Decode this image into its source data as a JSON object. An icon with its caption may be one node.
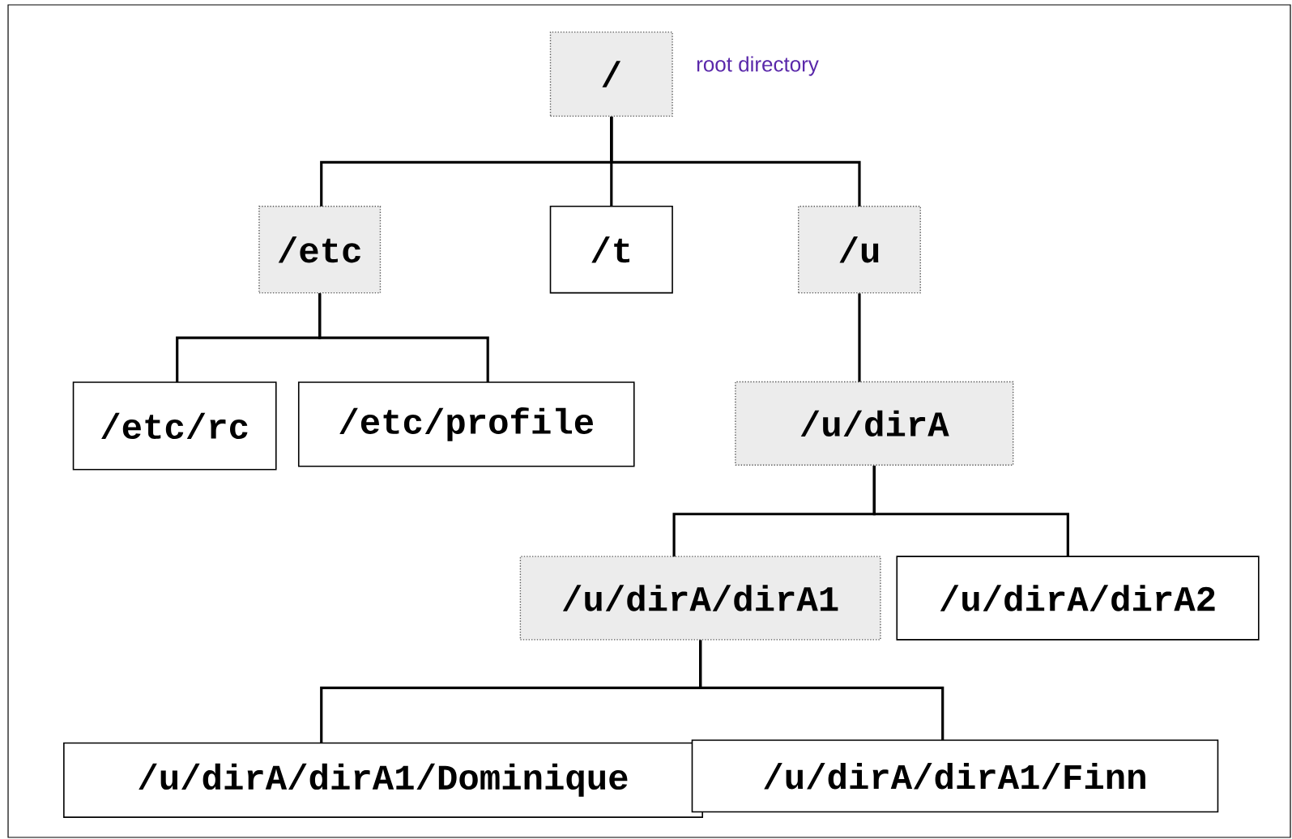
{
  "diagram": {
    "nodes": [
      {
        "text": [
          "/"
        ],
        "beside": [
          "root directory"
        ]
      },
      {
        "text": [
          "/etc"
        ]
      },
      {
        "text": [
          "/t"
        ]
      },
      {
        "text": [
          "/u"
        ]
      },
      {
        "text": [
          "/etc/rc"
        ]
      },
      {
        "text": [
          "/etc/profile"
        ]
      },
      {
        "text": [
          "/u/dirA"
        ]
      },
      {
        "text": [
          "/u/dirA/dirA1"
        ]
      },
      {
        "text": [
          "/u/dirA/dirA2"
        ]
      },
      {
        "text": [
          "/u/dirA/dirA1/Dominique"
        ]
      },
      {
        "text": [
          "/u/dirA/dirA1/Finn"
        ]
      }
    ],
    "edges": [
      {
        "from": 0,
        "to": 1,
        "arrow": "none"
      },
      {
        "from": 0,
        "to": 2,
        "arrow": "none"
      },
      {
        "from": 0,
        "to": 3,
        "arrow": "none"
      },
      {
        "from": 1,
        "to": 4,
        "arrow": "none"
      },
      {
        "from": 1,
        "to": 5,
        "arrow": "none"
      },
      {
        "from": 3,
        "to": 6,
        "arrow": "none"
      },
      {
        "from": 6,
        "to": 7,
        "arrow": "none"
      },
      {
        "from": 6,
        "to": 8,
        "arrow": "none"
      },
      {
        "from": 7,
        "to": 9,
        "arrow": "none"
      },
      {
        "from": 7,
        "to": 10,
        "arrow": "none"
      }
    ]
  }
}
